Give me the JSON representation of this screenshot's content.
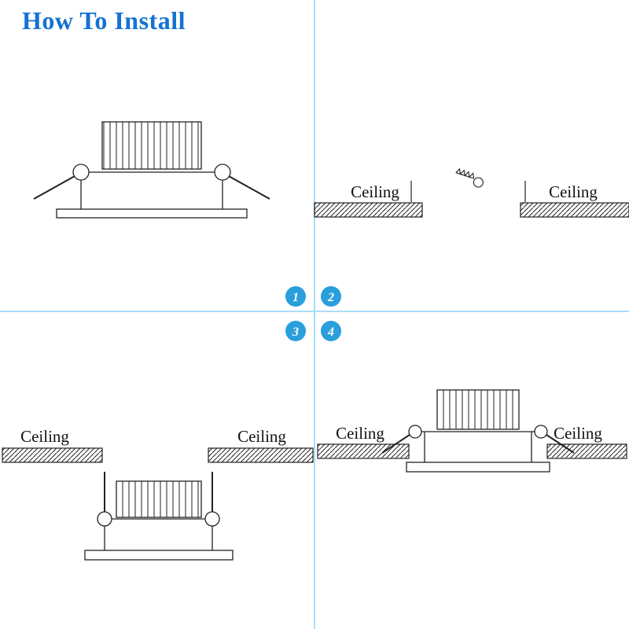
{
  "title": "How To Install",
  "diagram": {
    "ceiling_label": "Ceiling"
  },
  "badges": {
    "step1": "1",
    "step2": "2",
    "step3": "3",
    "step4": "4"
  },
  "icons": {
    "cutter": "saw-cutter-icon"
  },
  "colors": {
    "title": "#1472d0",
    "badge": "#299fdb",
    "divider": "#aadcf7",
    "line": "#222222"
  }
}
